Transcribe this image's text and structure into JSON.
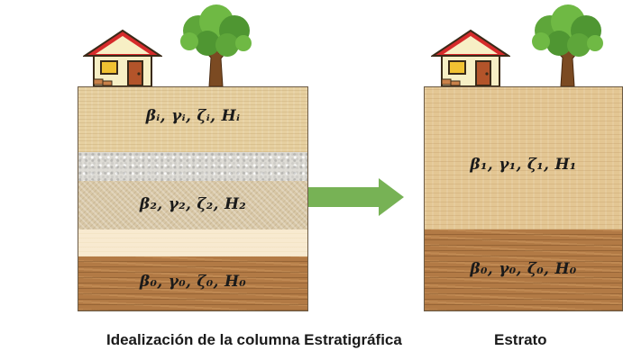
{
  "left_column": {
    "layers": [
      {
        "label": "βᵢ, γᵢ, ζᵢ, Hᵢ"
      },
      {
        "label": ""
      },
      {
        "label": "β₂, γ₂, ζ₂, H₂"
      },
      {
        "label": ""
      },
      {
        "label": "β₀, γ₀, ζ₀, H₀"
      }
    ],
    "caption": "Idealización de la columna Estratigráfica"
  },
  "right_column": {
    "layers": [
      {
        "label": "β₁, γ₁, ζ₁, H₁"
      },
      {
        "label": "β₀, γ₀, ζ₀, H₀"
      }
    ],
    "caption": "Estrato"
  },
  "icons": {
    "house": "house-icon",
    "tree": "tree-icon",
    "arrow": "arrow-right-icon"
  },
  "colors": {
    "arrow": "#77b255",
    "roof": "#d62b2b",
    "tree_canopy": "#5ea63a",
    "trunk": "#7b4a22"
  }
}
